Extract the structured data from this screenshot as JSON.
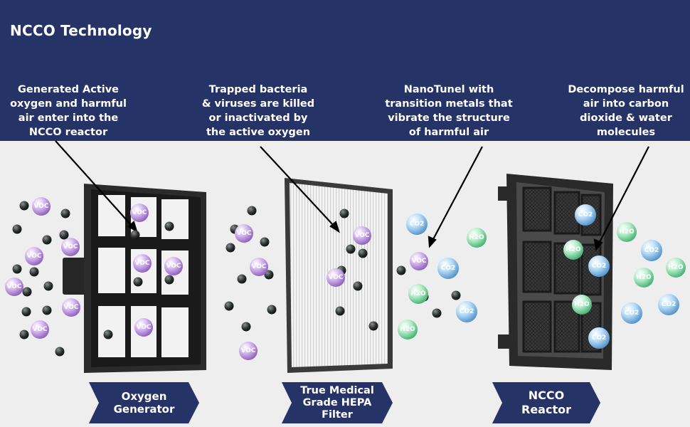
{
  "title": "NCCO Technology",
  "captions": [
    "Generated Active\noxygen and harmful\nair enter into the\nNCCO reactor",
    "Trapped bacteria\n& viruses are killed\nor inactivated by\nthe active oxygen",
    "NanoTunel with\ntransition metals that\nvibrate the structure\nof harmful air",
    "Decompose harmful\nair into carbon\ndioxide & water\nmolecules"
  ],
  "stages": [
    "Oxygen\nGenerator",
    "True Medical\nGrade HEPA\nFilter",
    "NCCO\nReactor"
  ],
  "molecules": {
    "voc": "VOC",
    "co2": "CO2",
    "h2o": "H2O"
  },
  "colors": {
    "header": "#263366",
    "background": "#eeeeee",
    "ribbon": "#263366",
    "voc": "#b48ad8",
    "co2": "#8fc3ec",
    "h2o": "#8fdcaa",
    "oxygen": "#2a2f2f"
  }
}
